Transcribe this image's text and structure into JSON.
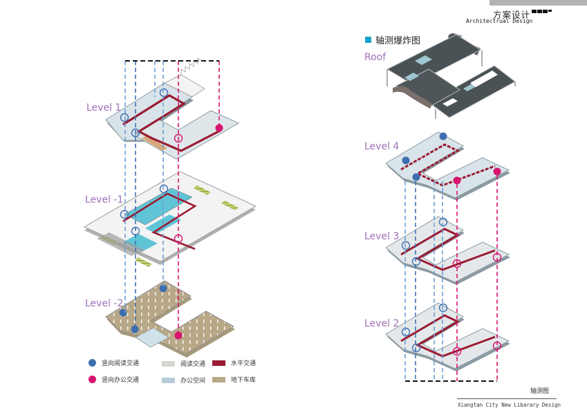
{
  "header": {
    "title_cn": "方案设计",
    "title_en": "Architectrual Design"
  },
  "section": {
    "title": "轴测爆炸图"
  },
  "levels_left": [
    {
      "label": "Level 1"
    },
    {
      "label": "Level -1"
    },
    {
      "label": "Level -2"
    }
  ],
  "levels_right": [
    {
      "label": "Roof"
    },
    {
      "label": "Level 4"
    },
    {
      "label": "Level 3"
    },
    {
      "label": "Level 2"
    }
  ],
  "legend": {
    "items": [
      {
        "label": "竖向阅读交通",
        "type": "dot",
        "color": "#3d6fb0"
      },
      {
        "label": "阅读交通",
        "type": "swatch",
        "color": "#d8d6d0"
      },
      {
        "label": "水平交通",
        "type": "swatch",
        "color": "#9a1b32"
      },
      {
        "label": "竖向办公交通",
        "type": "dot",
        "color": "#d6156e"
      },
      {
        "label": "办公空间",
        "type": "swatch",
        "color": "#b8cbd8"
      },
      {
        "label": "地下车库",
        "type": "swatch",
        "color": "#b9a888"
      }
    ]
  },
  "colors": {
    "vertical_reading": "#3d6fb0",
    "vertical_office": "#d6156e",
    "horizontal": "#9a1b32",
    "reading": "#d8d6d0",
    "office": "#b8cbd8",
    "garage": "#b9a888",
    "water": "#5fc4d6",
    "roof": "#4a5256",
    "level_label": "#a070b8",
    "accent_square": "#1aa3c8"
  },
  "footer": {
    "caption": "轴测图",
    "project": "Xiangtan City New Libarary Design"
  }
}
